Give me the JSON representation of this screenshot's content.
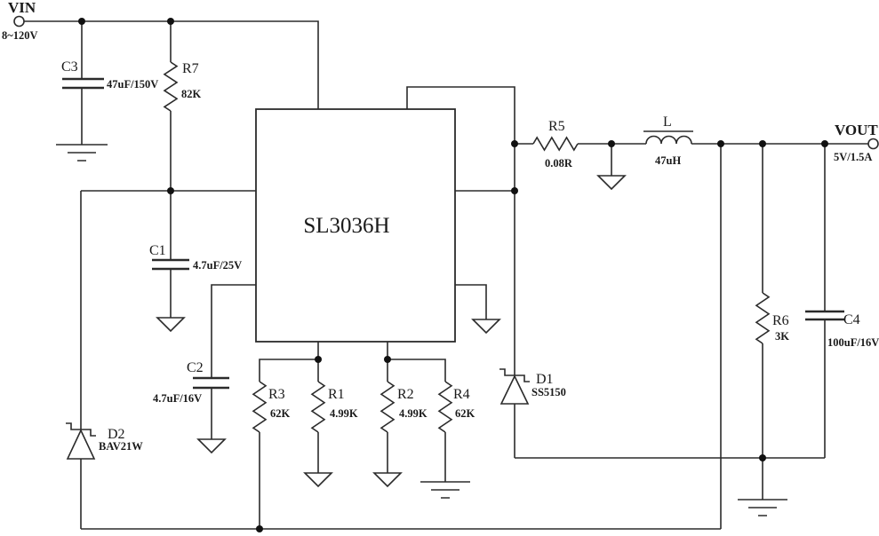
{
  "schematic": {
    "ic": {
      "name": "SL3036H"
    },
    "vin": {
      "label": "VIN",
      "spec": "8~120V"
    },
    "vout": {
      "label": "VOUT",
      "spec": "5V/1.5A"
    },
    "components": {
      "c3": {
        "ref": "C3",
        "value": "47uF/150V"
      },
      "r7": {
        "ref": "R7",
        "value": "82K"
      },
      "c1": {
        "ref": "C1",
        "value": "4.7uF/25V"
      },
      "c2": {
        "ref": "C2",
        "value": "4.7uF/16V"
      },
      "r3": {
        "ref": "R3",
        "value": "62K"
      },
      "r1": {
        "ref": "R1",
        "value": "4.99K"
      },
      "r2": {
        "ref": "R2",
        "value": "4.99K"
      },
      "r4": {
        "ref": "R4",
        "value": "62K"
      },
      "d2": {
        "ref": "D2",
        "value": "BAV21W"
      },
      "d1": {
        "ref": "D1",
        "value": "SS5150"
      },
      "r5": {
        "ref": "R5",
        "value": "0.08R"
      },
      "l": {
        "ref": "L",
        "value": "47uH"
      },
      "r6": {
        "ref": "R6",
        "value": "3K"
      },
      "c4": {
        "ref": "C4",
        "value": "100uF/16V"
      }
    },
    "colors": {
      "wire": "#2b2b2b",
      "background": "#ffffff"
    }
  }
}
